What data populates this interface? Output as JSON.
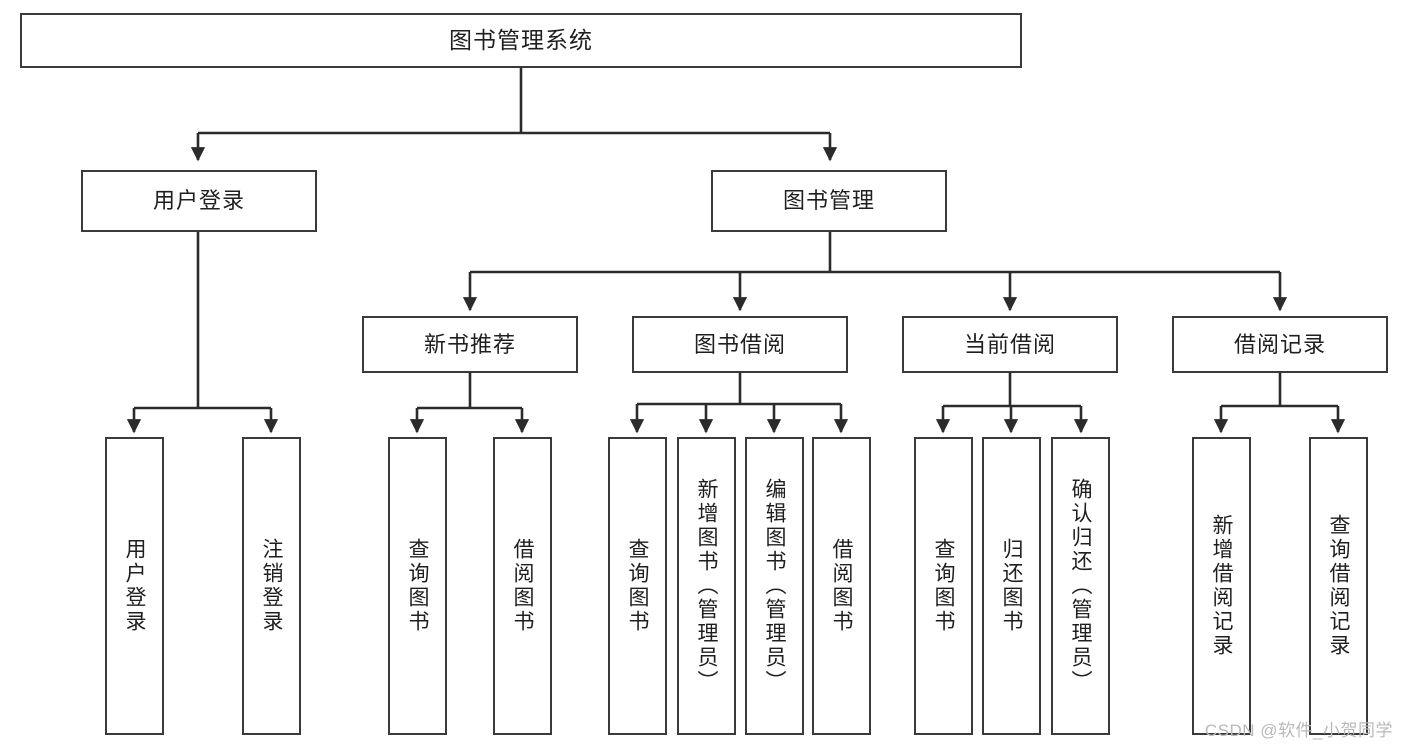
{
  "diagram": {
    "type": "tree-hierarchy-chart",
    "title": "图书管理系统",
    "watermark": "CSDN @软件_小贺同学",
    "colors": {
      "box_border": "#3a3a3a",
      "box_fill": "#ffffff",
      "connector": "#2b2b2b",
      "text": "#1f1f1f",
      "watermark": "#b9b9b9"
    },
    "root": {
      "label": "图书管理系统"
    },
    "level2": [
      {
        "label": "用户登录"
      },
      {
        "label": "图书管理"
      }
    ],
    "level3": [
      {
        "label": "新书推荐"
      },
      {
        "label": "图书借阅"
      },
      {
        "label": "当前借阅"
      },
      {
        "label": "借阅记录"
      }
    ],
    "leaves": {
      "user_login": [
        {
          "label": "用户登录"
        },
        {
          "label": "注销登录"
        }
      ],
      "new_book_recommend": [
        {
          "label": "查询图书"
        },
        {
          "label": "借阅图书"
        }
      ],
      "book_borrow": [
        {
          "label": "查询图书"
        },
        {
          "label": "新增图书（管理员）"
        },
        {
          "label": "编辑图书（管理员）"
        },
        {
          "label": "借阅图书"
        }
      ],
      "current_borrow": [
        {
          "label": "查询图书"
        },
        {
          "label": "归还图书"
        },
        {
          "label": "确认归还（管理员）"
        }
      ],
      "borrow_record": [
        {
          "label": "新增借阅记录"
        },
        {
          "label": "查询借阅记录"
        }
      ]
    }
  }
}
